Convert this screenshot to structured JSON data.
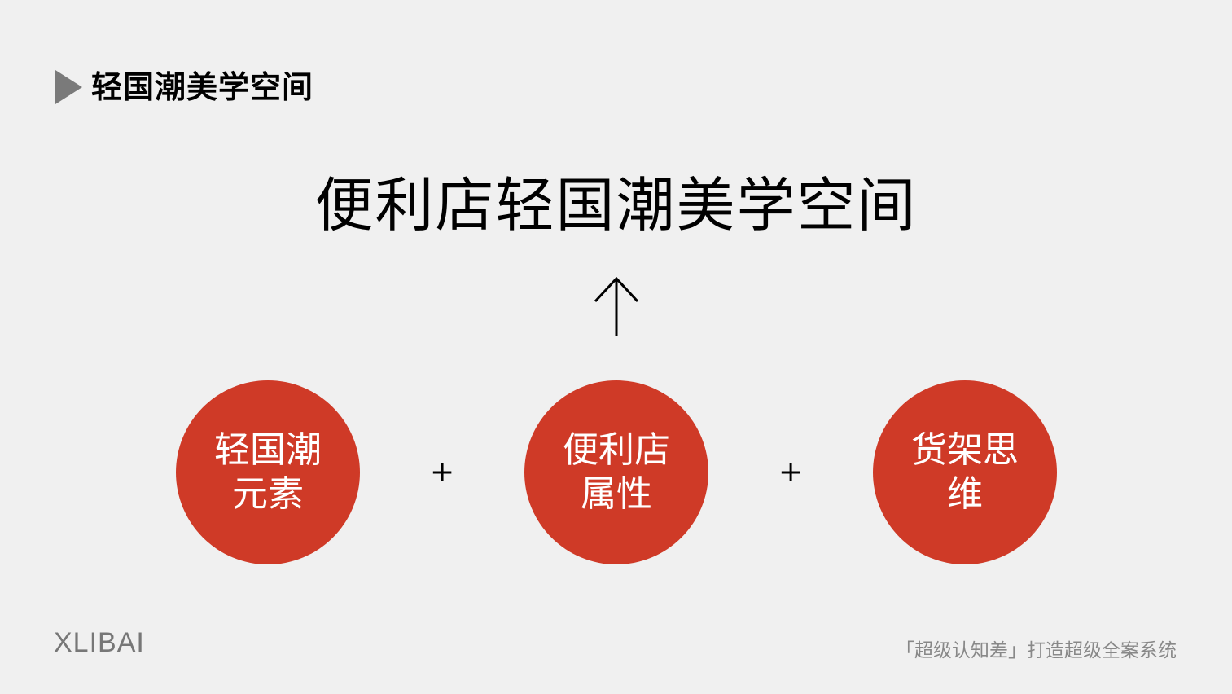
{
  "header": {
    "section_title": "轻国潮美学空间",
    "marker_icon": "play-triangle-icon"
  },
  "main": {
    "title": "便利店轻国潮美学空间",
    "arrow_icon": "arrow-up-icon",
    "circles": [
      {
        "label": "轻国潮元素"
      },
      {
        "label": "便利店属性"
      },
      {
        "label": "货架思维"
      }
    ],
    "operators": [
      "+",
      "+"
    ],
    "accent_color": "#cf3a27"
  },
  "footer": {
    "logo": "XLIBAI",
    "slogan": "「超级认知差」打造超级全案系统"
  }
}
